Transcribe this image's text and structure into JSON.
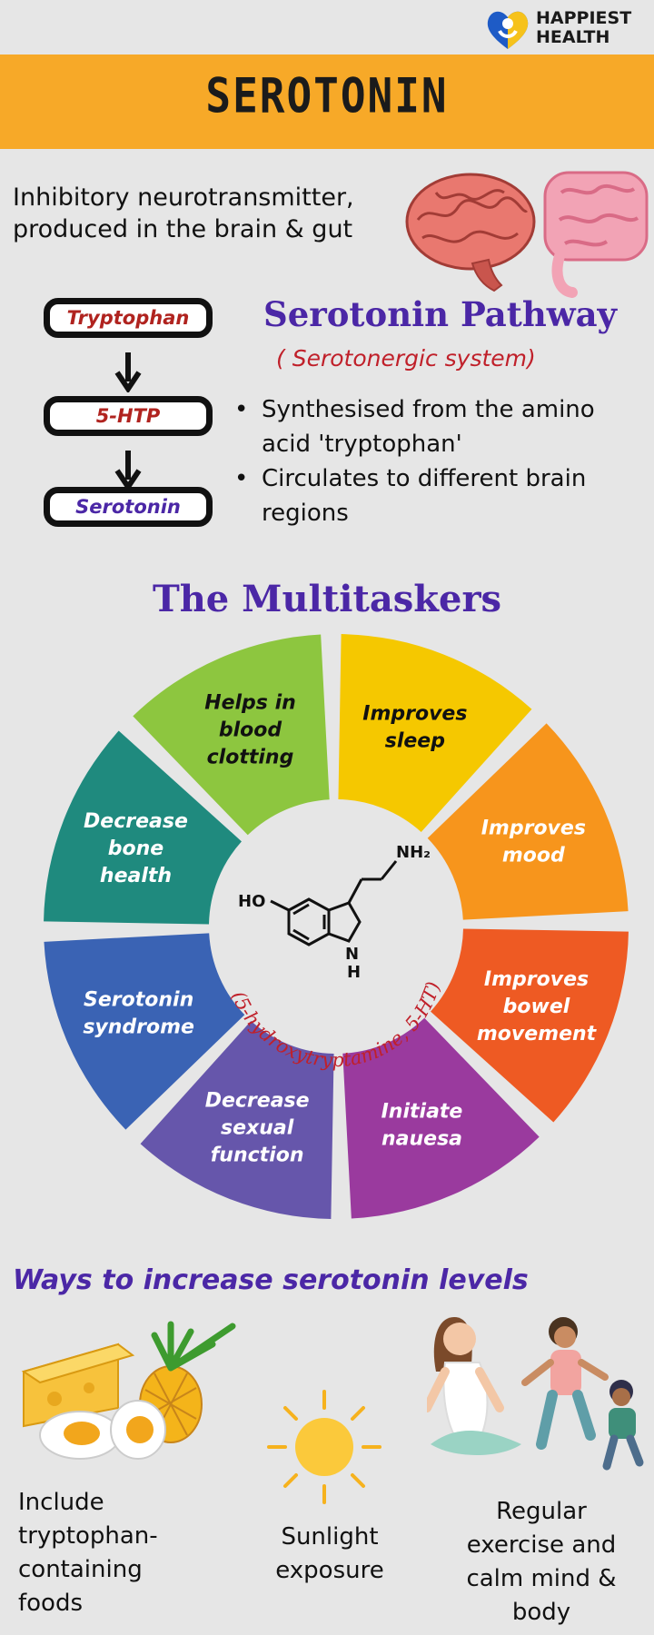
{
  "brand": {
    "name_line1": "HAPPIEST",
    "name_line2": "HEALTH"
  },
  "title": "SEROTONIN",
  "intro": {
    "line1": "Inhibitory neurotransmitter,",
    "line2": "produced in the brain & gut"
  },
  "pathway_steps": [
    "Tryptophan",
    "5-HTP",
    "Serotonin"
  ],
  "pathway": {
    "title": "Serotonin Pathway",
    "subtitle": "( Serotonergic system)",
    "bullets": [
      {
        "line1": "Synthesised from the amino",
        "line2": "acid 'tryptophan'"
      },
      {
        "line1": "Circulates to different  brain",
        "line2": "regions"
      }
    ]
  },
  "multitaskers": {
    "title": "The Multitaskers",
    "center_label": "(5-hydroxytryptamine, 5-HT)",
    "molecule_labels": {
      "ho": "HO",
      "nh2": "NH₂",
      "n": "N",
      "h": "H"
    },
    "segments": [
      {
        "lines": [
          "Improves",
          "sleep"
        ],
        "color": "#f5c800"
      },
      {
        "lines": [
          "Improves",
          "mood"
        ],
        "color": "#f7951c"
      },
      {
        "lines": [
          "Improves",
          "bowel",
          "movement"
        ],
        "color": "#ee5a23"
      },
      {
        "lines": [
          "Initiate",
          "nauesa"
        ],
        "color": "#9a3a9e"
      },
      {
        "lines": [
          "Decrease",
          "sexual",
          "function"
        ],
        "color": "#6656ab"
      },
      {
        "lines": [
          "Serotonin",
          "syndrome"
        ],
        "color": "#3a63b4"
      },
      {
        "lines": [
          "Decrease",
          "bone",
          "health"
        ],
        "color": "#1f8a7e"
      },
      {
        "lines": [
          "Helps in",
          "blood",
          "clotting"
        ],
        "color": "#8dc63f"
      }
    ]
  },
  "ways": {
    "title": "Ways to increase serotonin levels",
    "items": [
      {
        "lines": [
          "Include",
          "tryptophan-",
          "containing",
          "foods"
        ]
      },
      {
        "lines": [
          "Sunlight",
          "exposure"
        ]
      },
      {
        "lines": [
          "Regular",
          "exercise and",
          "calm mind &",
          "body"
        ]
      }
    ]
  },
  "colors": {
    "accent_orange": "#f7a928",
    "purple": "#4b27a6",
    "red": "#c0202a",
    "background": "#e6e6e6"
  }
}
